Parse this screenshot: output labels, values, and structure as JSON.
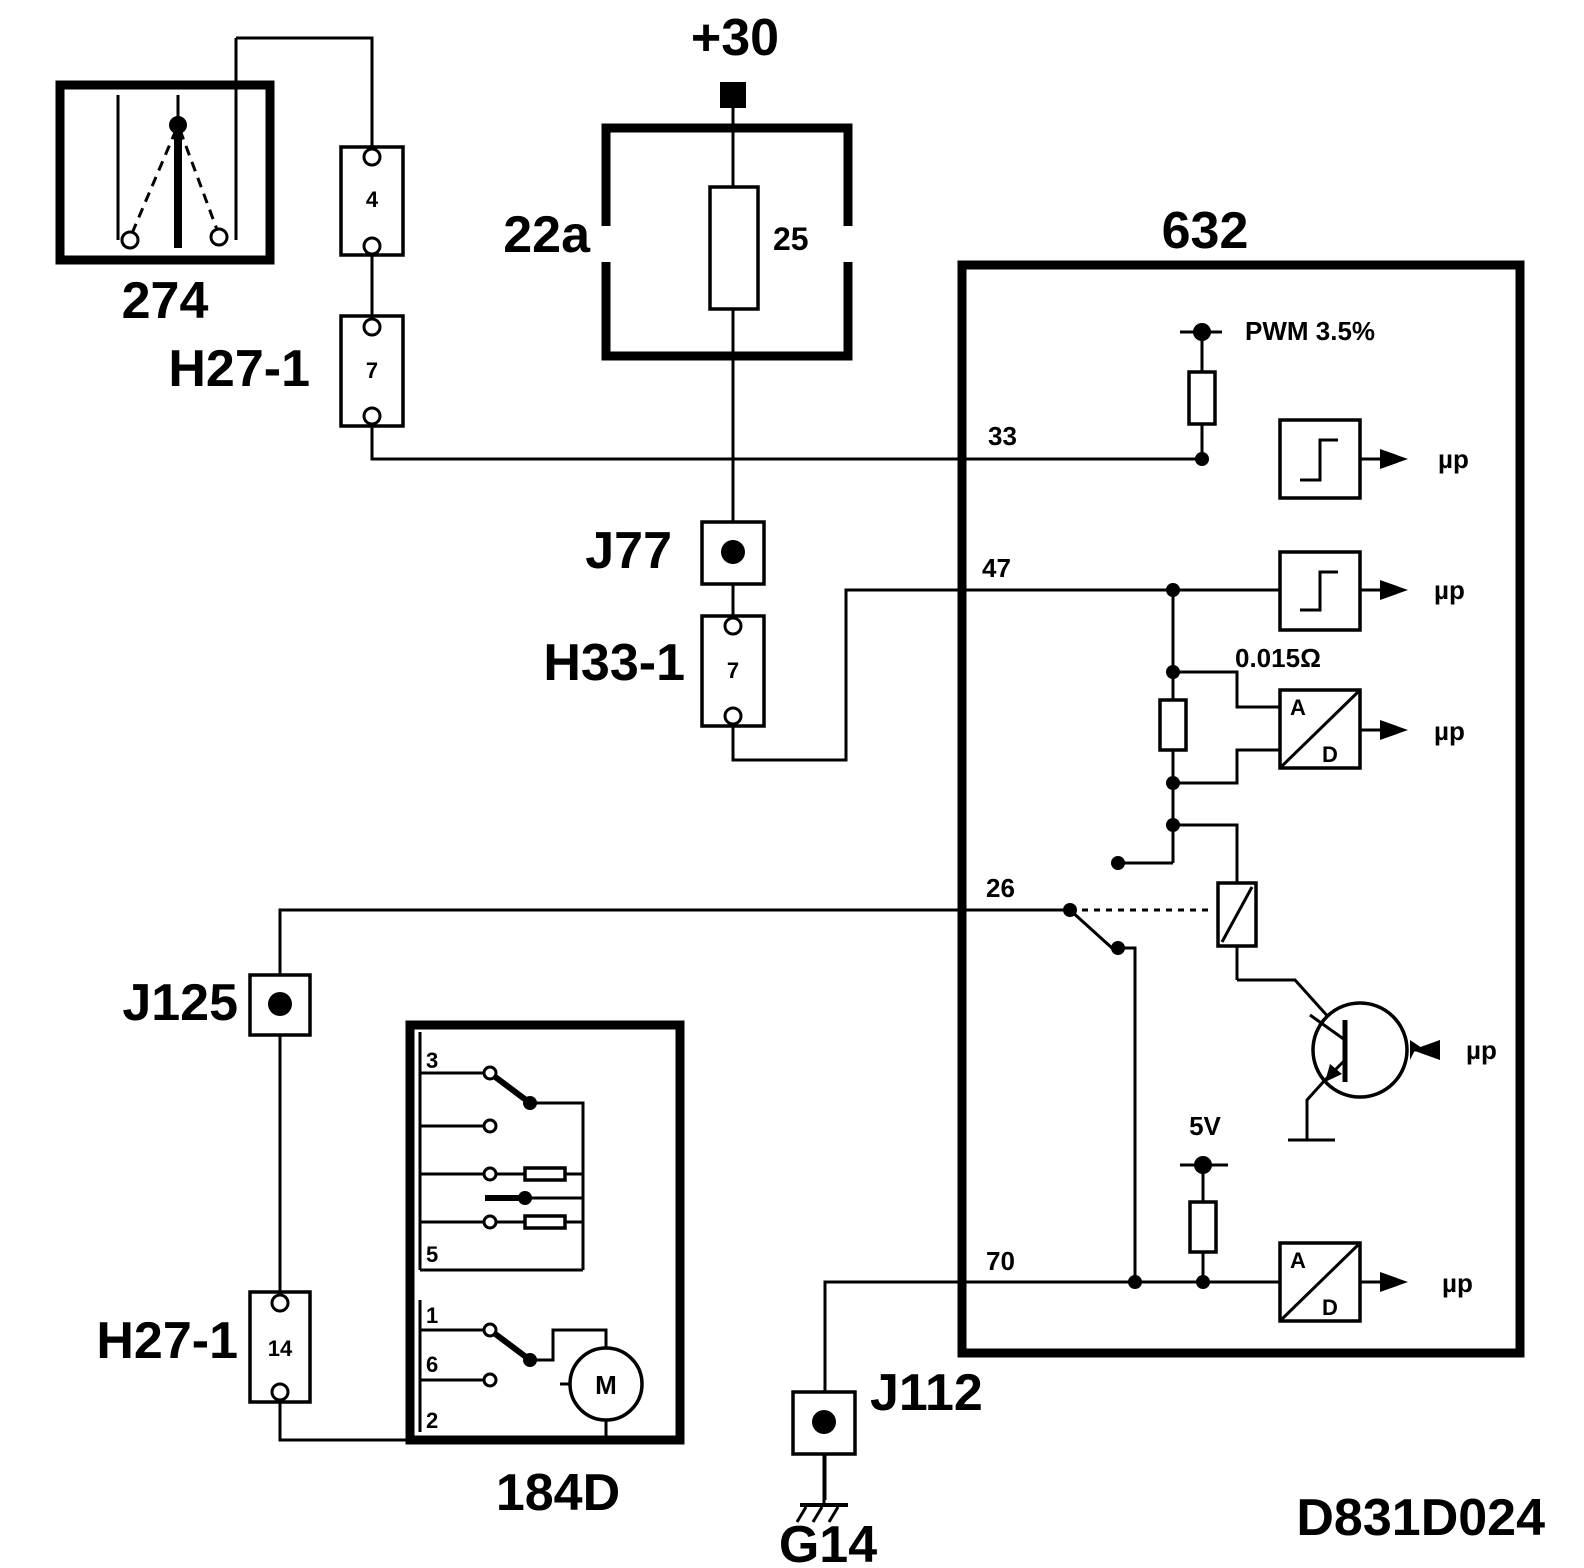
{
  "diagram": {
    "drawing_id": "D831D024",
    "supply": "+30",
    "components": {
      "fuse_box": {
        "label": "22a",
        "fuse": "25"
      },
      "sensor_274": {
        "label": "274"
      },
      "control_unit": {
        "label": "632"
      },
      "switch_184d": {
        "label": "184D",
        "pins": [
          "3",
          "5",
          "1",
          "6",
          "2"
        ],
        "motor": "M"
      },
      "ground": {
        "label": "G14"
      }
    },
    "connectors": {
      "h27_upper": {
        "label": "H27-1",
        "pin_a": "4",
        "pin_b": "7"
      },
      "h33": {
        "label": "H33-1",
        "pin": "7"
      },
      "h27_lower": {
        "label": "H27-1",
        "pin": "14"
      }
    },
    "splices": {
      "j77": "J77",
      "j125": "J125",
      "j112": "J112"
    },
    "ecu_pins": {
      "p33": "33",
      "p47": "47",
      "p26": "26",
      "p70": "70"
    },
    "ecu_internals": {
      "pwm": "PWM 3.5%",
      "shunt": "0.015Ω",
      "ref": "5V",
      "micro": "µp",
      "adc_a": "A",
      "adc_d": "D"
    }
  }
}
